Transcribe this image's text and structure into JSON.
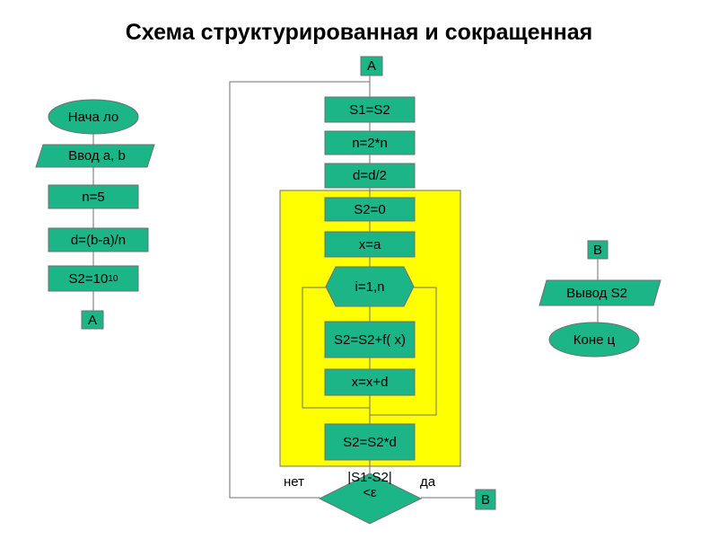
{
  "title": "Схема структурированная и сокращенная",
  "left": {
    "start": "Нача ло",
    "input": "Ввод a, b",
    "n_init": "n=5",
    "d_init": "d=(b-a)/n",
    "s2_init_base": "S2=10",
    "s2_init_exp": "10",
    "connector_a": "A"
  },
  "main": {
    "connector_a": "A",
    "s1_assign": "S1=S2",
    "n_double": "n=2*n",
    "d_half": "d=d/2",
    "s2_zero": "S2=0",
    "x_assign": "x=a",
    "loop": "i=1,n",
    "s2_accum": "S2=S2+f( x)",
    "x_step": "x=x+d",
    "s2_mult": "S2=S2*d",
    "decision": "|S1-S2|<ε",
    "no_label": "нет",
    "yes_label": "да",
    "connector_b": "B"
  },
  "right": {
    "connector_b": "B",
    "output": "Вывод S2",
    "end": "Коне ц"
  },
  "colors": {
    "box_fill": "#1BB587",
    "highlight": "#FFFF00",
    "line": "#707070"
  }
}
